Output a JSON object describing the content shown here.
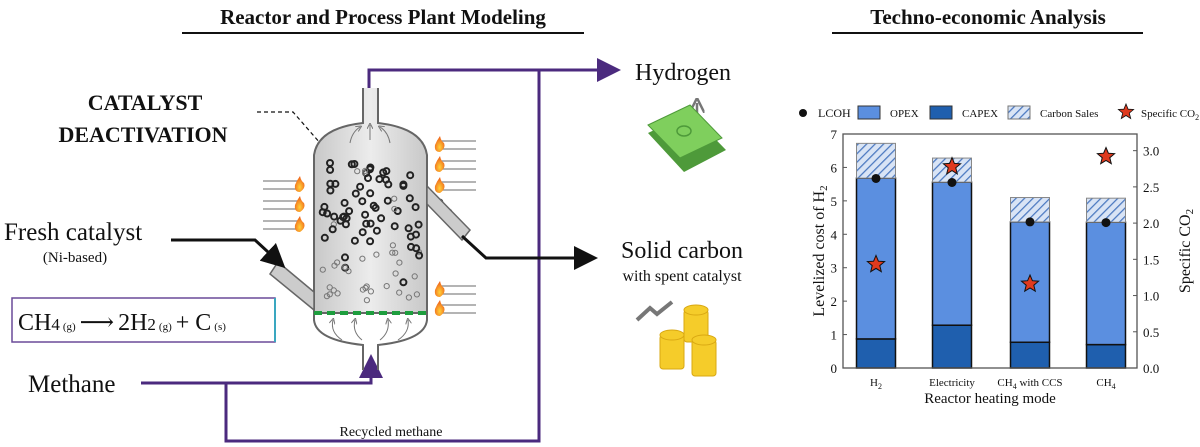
{
  "left_panel": {
    "title": "Reactor and Process Plant Modeling",
    "catalyst_deactivation": [
      "CATALYST",
      "DEACTIVATION"
    ],
    "fresh_catalyst": "Fresh catalyst",
    "fresh_catalyst_sub": "(Ni-based)",
    "equation": {
      "lhs": "CH",
      "lhs_sub": "4",
      "lhs_state": "(g)",
      "arrow": "⟶",
      "rhs1": "2H",
      "rhs1_sub": "2",
      "rhs1_state": "(g)",
      "plus": "+ C",
      "rhs2_state": "(s)"
    },
    "methane": "Methane",
    "recycled_methane": "Recycled methane",
    "hydrogen": "Hydrogen",
    "solid_carbon": "Solid carbon",
    "solid_carbon_sub": "with spent catalyst"
  },
  "right_panel": {
    "title": "Techno-economic Analysis"
  },
  "colors": {
    "purple": "#4b2a7e",
    "opex": "#5b8fe0",
    "capex": "#1f5fae",
    "star": "#e03a1e",
    "green": "#1e9e3e"
  },
  "chart_data": {
    "type": "bar",
    "stacked": true,
    "categories": [
      "H2",
      "Electricity",
      "CH4 with CCS",
      "CH4"
    ],
    "category_labels": [
      {
        "main": "H",
        "sub": "2",
        "rest": ""
      },
      {
        "main": "Electricity",
        "sub": "",
        "rest": ""
      },
      {
        "main": "CH",
        "sub": "4",
        "rest": " with CCS"
      },
      {
        "main": "CH",
        "sub": "4",
        "rest": ""
      }
    ],
    "series": [
      {
        "name": "CAPEX",
        "values": [
          0.87,
          1.28,
          0.77,
          0.7
        ]
      },
      {
        "name": "OPEX",
        "values": [
          4.81,
          4.28,
          3.6,
          3.66
        ]
      },
      {
        "name": "Carbon Sales",
        "values": [
          1.04,
          0.72,
          0.73,
          0.72
        ]
      }
    ],
    "lcoh": [
      5.67,
      5.55,
      4.37,
      4.35
    ],
    "specific_co2": [
      1.43,
      2.78,
      1.16,
      2.92
    ],
    "legend": [
      "LCOH",
      "OPEX",
      "CAPEX",
      "Carbon Sales",
      "Specific CO"
    ],
    "legend_co2_sub": "2",
    "legend_placement": "top",
    "xlabel": "Reactor heating mode",
    "ylabel": "Levelized cost of H",
    "ylabel_sub": "2",
    "y2label": "Specific CO",
    "y2label_sub": "2",
    "ylim": [
      0,
      7
    ],
    "y2lim": [
      0,
      3.23
    ],
    "yticks": [
      "0",
      "1",
      "2",
      "3",
      "4",
      "5",
      "6",
      "7"
    ],
    "y2ticks": [
      "0.0",
      "0.5",
      "1.0",
      "1.5",
      "2.0",
      "2.5",
      "3.0"
    ],
    "grid": false
  }
}
